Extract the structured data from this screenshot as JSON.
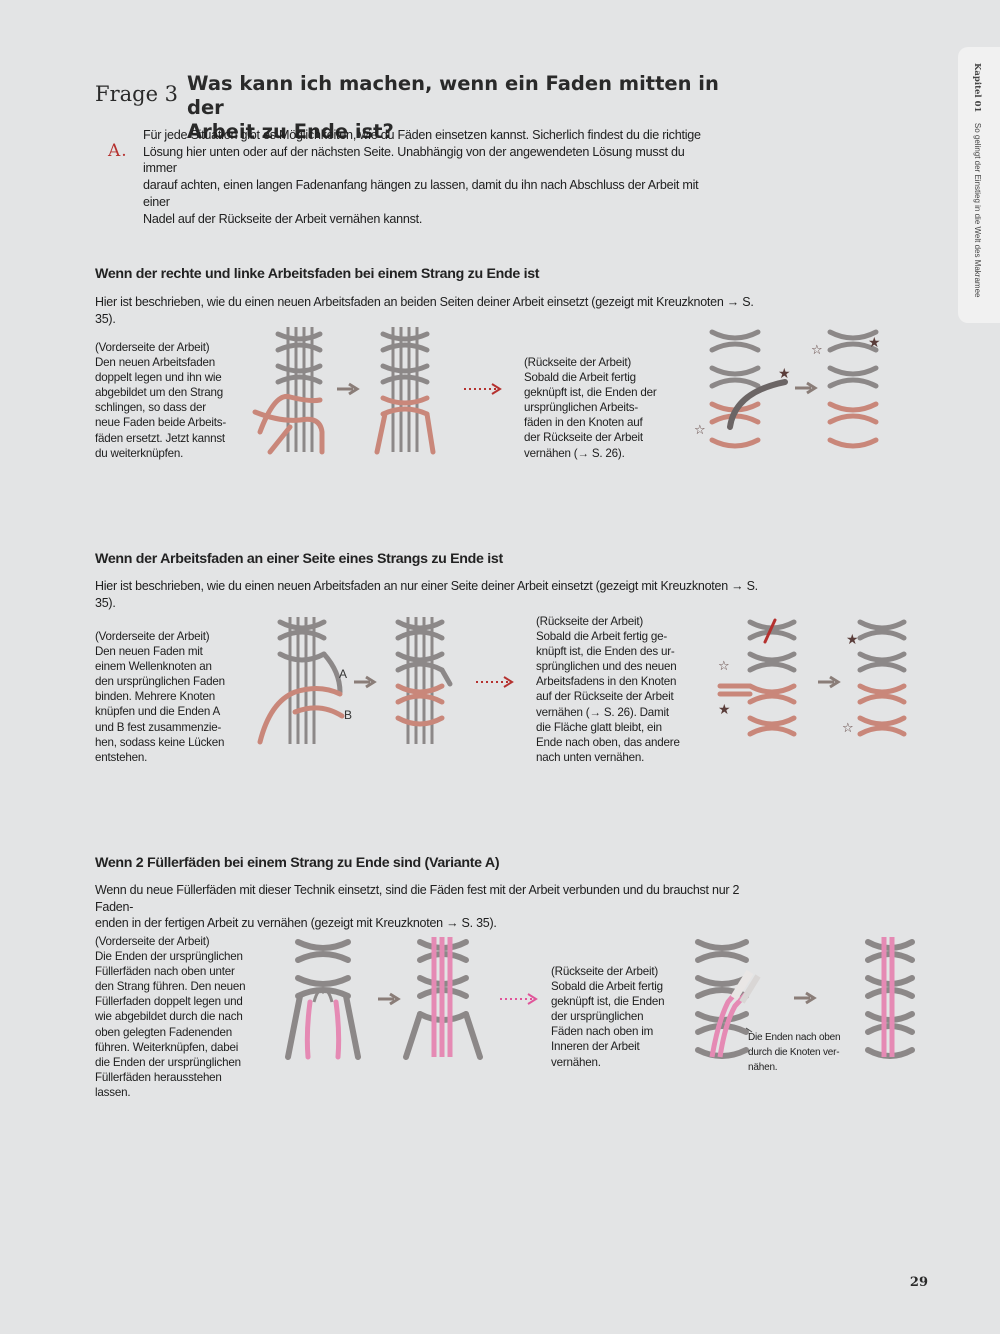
{
  "side_tab": {
    "chapter": "Kapitel 01",
    "text": "So gelingt der Einstieg in die Welt des Makramee"
  },
  "question": {
    "label": "Frage 3",
    "title_line1": "Was kann ich machen, wenn ein Faden mitten in der",
    "title_line2": "Arbeit zu Ende ist?"
  },
  "answer": {
    "label": "A.",
    "lines": [
      "Für jede Situation gibt es Möglichkeiten, wie du Fäden einsetzen kannst. Sicherlich findest du die richtige",
      "Lösung hier unten oder auf der nächsten Seite. Unabhängig von der angewendeten Lösung musst du immer",
      "darauf achten, einen langen Fadenanfang hängen zu lassen, damit du ihn nach Abschluss der Arbeit mit einer",
      "Nadel auf der Rückseite der Arbeit vernähen kannst."
    ]
  },
  "sections": [
    {
      "heading": "Wenn der rechte und linke Arbeitsfaden bei einem Strang zu Ende ist",
      "intro": [
        "Hier ist beschrieben, wie du einen neuen Arbeitsfaden an beiden Seiten deiner Arbeit einsetzt (gezeigt mit Kreuzknoten → S. 35)."
      ],
      "caption_front": [
        "(Vorderseite der Arbeit)",
        "Den neuen Arbeitsfaden",
        "doppelt legen und ihn wie",
        "abgebildet um den Strang",
        "schlingen, so dass der",
        "neue Faden beide Arbeits-",
        "fäden ersetzt. Jetzt kannst",
        "du weiterknüpfen."
      ],
      "caption_back": [
        "(Rückseite der Arbeit)",
        "Sobald die Arbeit fertig",
        "geknüpft ist, die Enden der",
        "ursprünglichen Arbeits-",
        "fäden in den Knoten auf",
        "der Rückseite der Arbeit",
        "vernähen (→ S. 26)."
      ],
      "accent": "#c9877a"
    },
    {
      "heading": "Wenn der Arbeitsfaden an einer Seite eines Strangs zu Ende ist",
      "intro": [
        "Hier ist beschrieben, wie du einen neuen Arbeitsfaden an nur einer Seite deiner Arbeit einsetzt (gezeigt mit Kreuzknoten → S. 35)."
      ],
      "caption_front": [
        "(Vorderseite der Arbeit)",
        "Den neuen Faden mit",
        "einem Wellenknoten an",
        "den ursprünglichen Faden",
        "binden. Mehrere Knoten",
        "knüpfen und die Enden A",
        "und B fest zusammenzie-",
        "hen, sodass keine Lücken",
        "entstehen."
      ],
      "caption_back": [
        "(Rückseite der Arbeit)",
        "Sobald die Arbeit fertig ge-",
        "knüpft ist, die Enden des ur-",
        "sprünglichen und des neuen",
        "Arbeitsfadens in den Knoten",
        "auf der Rückseite der Arbeit",
        "vernähen (→ S. 26). Damit",
        "die Fläche glatt bleibt, ein",
        "Ende nach oben, das andere",
        "nach unten vernähen."
      ],
      "label_a": "A",
      "label_b": "B",
      "accent": "#c9877a"
    },
    {
      "heading": "Wenn 2 Füllerfäden bei einem Strang zu Ende sind (Variante A)",
      "intro": [
        "Wenn du neue Füllerfäden mit dieser Technik einsetzt, sind die Fäden fest mit der Arbeit verbunden und du brauchst nur 2 Faden-",
        "enden in der fertigen Arbeit zu vernähen (gezeigt mit Kreuzknoten → S. 35)."
      ],
      "caption_front": [
        "(Vorderseite der Arbeit)",
        "Die Enden der ursprünglichen",
        "Füllerfäden nach oben unter",
        "den Strang führen. Den neuen",
        "Füllerfaden doppelt legen und",
        "wie abgebildet durch die nach",
        "oben gelegten Fadenenden",
        "führen. Weiterknüpfen, dabei",
        "die Enden der ursprünglichen",
        "Füllerfäden herausstehen",
        "lassen."
      ],
      "caption_back": [
        "(Rückseite der Arbeit)",
        "Sobald die Arbeit fertig",
        "geknüpft ist, die Enden",
        "der ursprünglichen",
        "Fäden nach oben im",
        "Inneren der Arbeit",
        "vernähen."
      ],
      "note": [
        "Die Enden nach oben",
        "durch die Knoten ver-",
        "nähen."
      ],
      "accent": "#e58ab4"
    }
  ],
  "colors": {
    "cord_grey": "#8c8888",
    "cord_dark": "#555",
    "arrow_grey": "#8a7d78",
    "dotted_red": "#b5312f",
    "dotted_pink": "#e0559a",
    "star": "#5a3d3a"
  },
  "page_number": "29"
}
